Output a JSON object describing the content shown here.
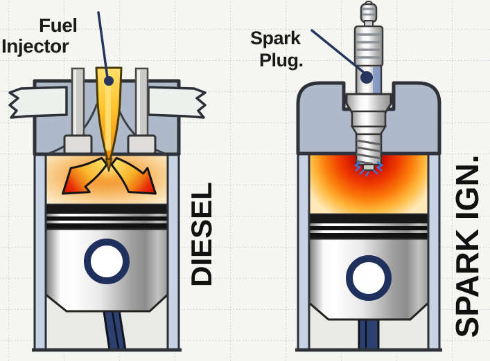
{
  "labels": {
    "fuel_injector": {
      "line1": "Fuel",
      "line2": "Injector"
    },
    "spark_plug": {
      "line1": "Spark",
      "line2": "Plug."
    },
    "diesel": "DIESEL",
    "spark_ignition": "SPARK IGN."
  },
  "colors": {
    "bg": "#f5f5f2",
    "grid": "#c8cdd6",
    "block": "#aeb9c9",
    "outline": "#2e3238",
    "wall": "#c7d3e2",
    "flange": "#eef0ed",
    "ink": "#111111",
    "navy": "#25355e",
    "rod_blue": "#2c4170",
    "injector_gold": "#ffc42e",
    "flame_core_red": "#ce1000",
    "flame_orange": "#fb7b0a",
    "arrow_red": "#d50c00",
    "arrow_yellow": "#ffe06a",
    "piston_silver": "#e8e8e8"
  }
}
